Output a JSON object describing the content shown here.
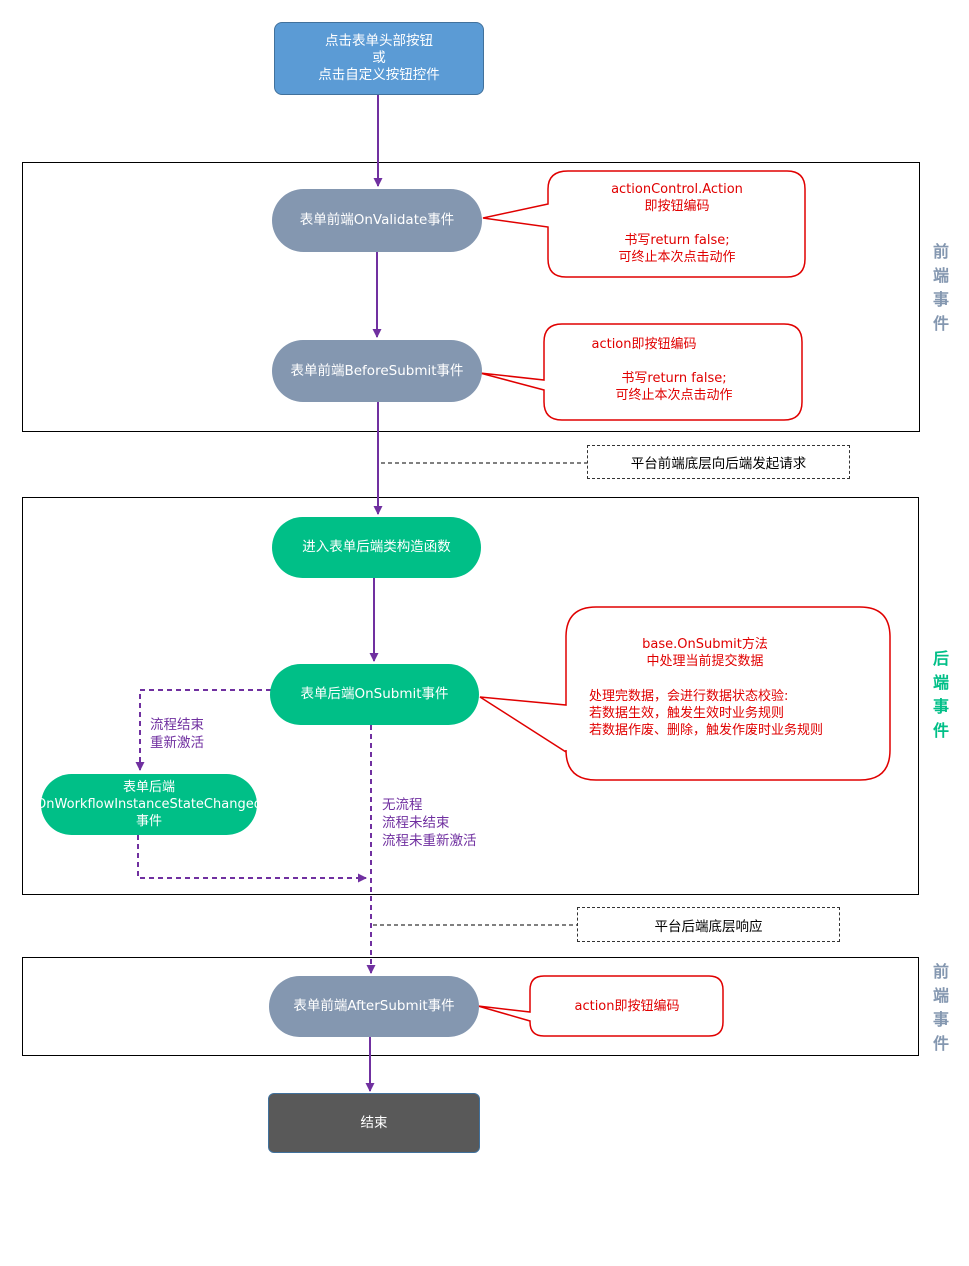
{
  "start": {
    "lines": [
      "点击表单头部按钮",
      "或",
      "点击自定义按钮控件"
    ]
  },
  "on_validate": {
    "label": "表单前端OnValidate事件"
  },
  "before_submit": {
    "label": "表单前端BeforeSubmit事件"
  },
  "constructor": {
    "label": "进入表单后端类构造函数"
  },
  "on_submit": {
    "label": "表单后端OnSubmit事件"
  },
  "workflow_changed": {
    "lines": [
      "表单后端",
      "OnWorkflowInstanceStateChanged",
      "事件"
    ]
  },
  "after_submit": {
    "label": "表单前端AfterSubmit事件"
  },
  "end": {
    "label": "结束"
  },
  "notes": {
    "validate": [
      "actionControl.Action",
      "即按钮编码",
      "",
      "书写return false;",
      "可终止本次点击动作"
    ],
    "before": [
      "action即按钮编码",
      "",
      "书写return false;",
      "可终止本次点击动作"
    ],
    "submit_top": [
      "base.OnSubmit方法",
      "中处理当前提交数据"
    ],
    "submit_bottom": [
      "处理完数据，会进行数据状态校验:",
      "若数据生效，触发生效时业务规则",
      "若数据作废、删除，触发作废时业务规则"
    ],
    "after": [
      "action即按钮编码"
    ]
  },
  "labels": {
    "workflow_branch": [
      "流程结束",
      "重新激活"
    ],
    "no_workflow": [
      "无流程",
      "流程未结束",
      "流程未重新激活"
    ]
  },
  "annotations": {
    "request": "平台前端底层向后端发起请求",
    "response": "平台后端底层响应"
  },
  "sections": {
    "frontend_top": [
      "前",
      "端",
      "事",
      "件"
    ],
    "backend": [
      "后",
      "端",
      "事",
      "件"
    ],
    "frontend_bottom": [
      "前",
      "端",
      "事",
      "件"
    ]
  },
  "colors": {
    "start": "#5b9bd5",
    "frontend": "#8497b0",
    "backend": "#00bf87",
    "end": "#595959",
    "arrow": "#7030a0",
    "note": "#e00000"
  }
}
